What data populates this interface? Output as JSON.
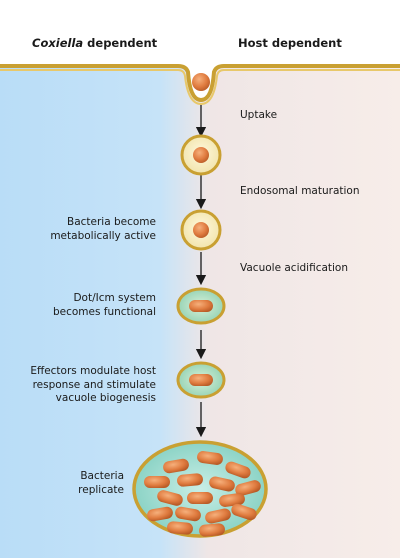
{
  "headers": {
    "left_italic": "Coxiella",
    "left_rest": " dependent",
    "right": "Host dependent"
  },
  "host_steps": [
    "Uptake",
    "Endosomal maturation",
    "Vacuole acidification"
  ],
  "bacterial_steps": [
    [
      "Bacteria become",
      "metabolically active"
    ],
    [
      "Dot/Icm system",
      "becomes functional"
    ],
    [
      "Effectors modulate host",
      "response and stimulate",
      "vacuole biogenesis"
    ],
    [
      "Bacteria",
      "replicate"
    ]
  ],
  "colors": {
    "left_panel": "#bfe0f8",
    "right_panel": "#f6ece8",
    "membrane": "#c9a032",
    "vacuole_fill": "#f5ecc4",
    "vacuole_fill_green": "#a8dcbc",
    "vacuole_fill_large": "#9ad8cc",
    "bacterium": "#e07c40",
    "arrow": "#1a1a1a"
  }
}
